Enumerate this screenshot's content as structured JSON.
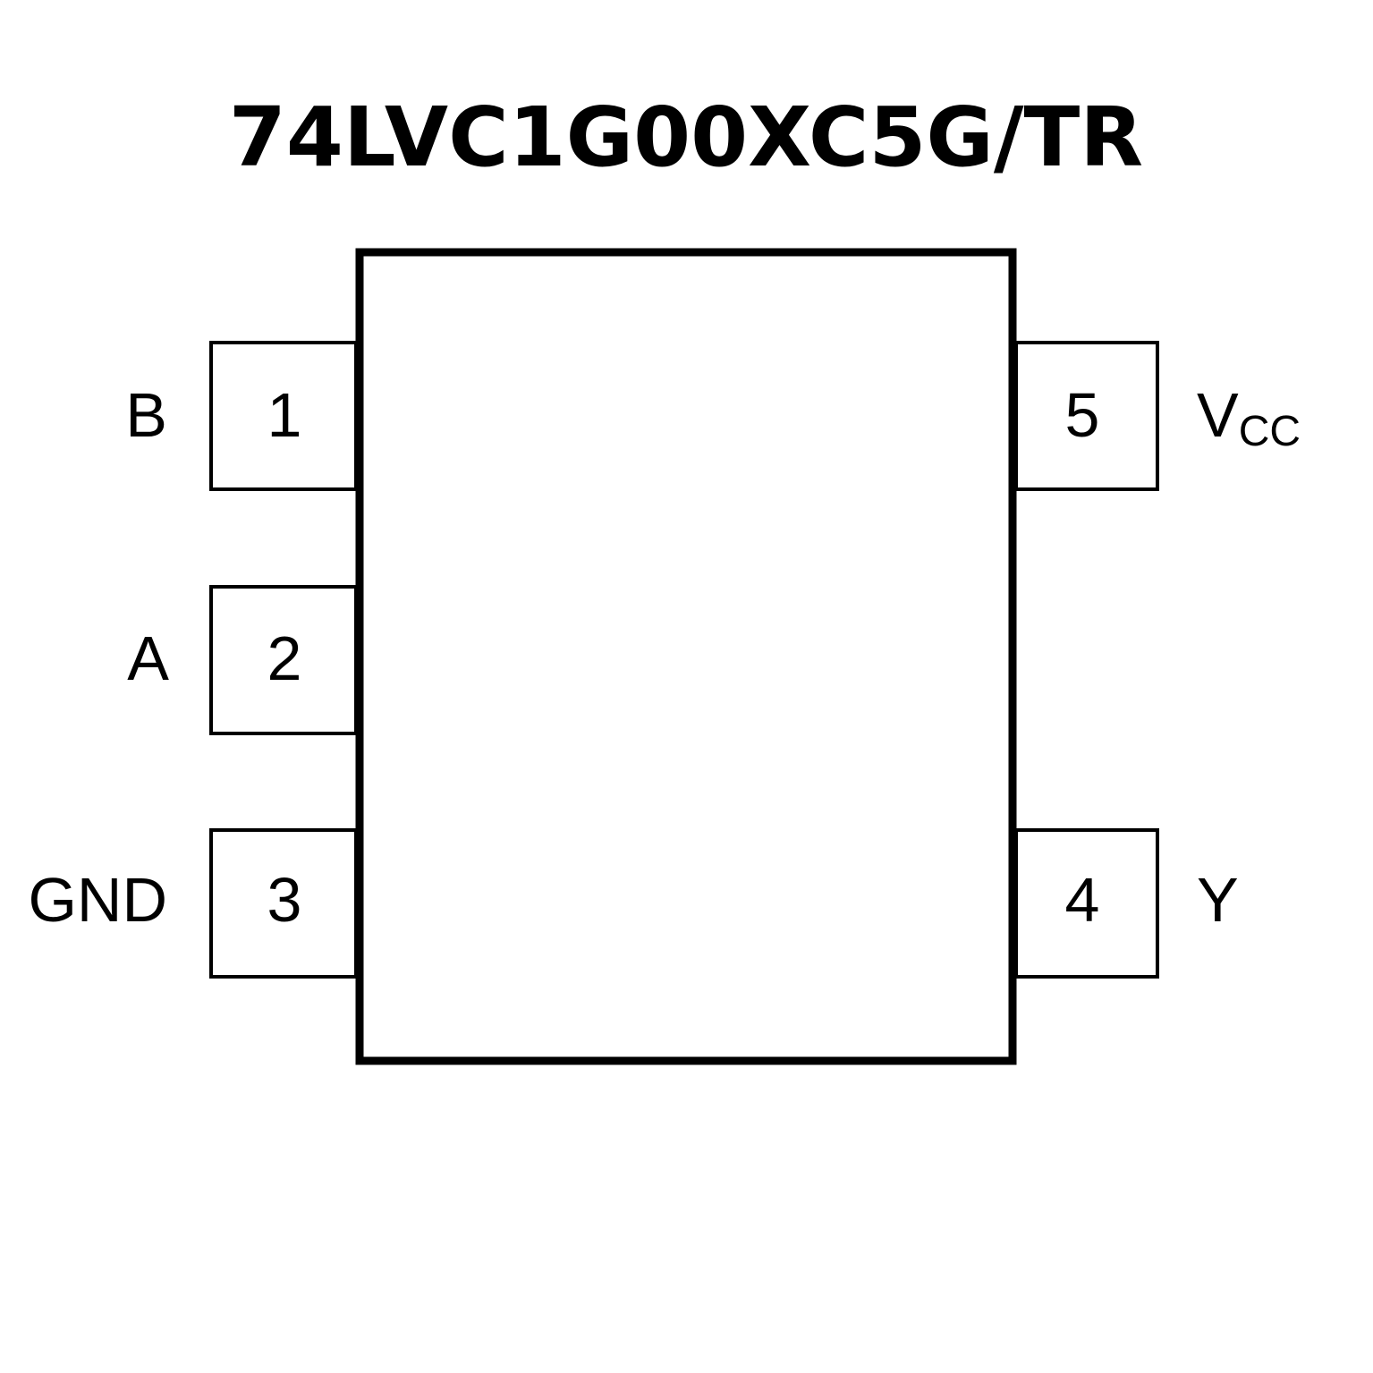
{
  "title": "74LVC1G00XC5G/TR",
  "pins": [
    {
      "number": "1",
      "name": "B",
      "side": "left"
    },
    {
      "number": "2",
      "name": "A",
      "side": "left"
    },
    {
      "number": "3",
      "name": "GND",
      "side": "left"
    },
    {
      "number": "4",
      "name": "Y",
      "side": "right"
    },
    {
      "number": "5",
      "name_main": "V",
      "name_sub": "CC",
      "side": "right"
    }
  ]
}
